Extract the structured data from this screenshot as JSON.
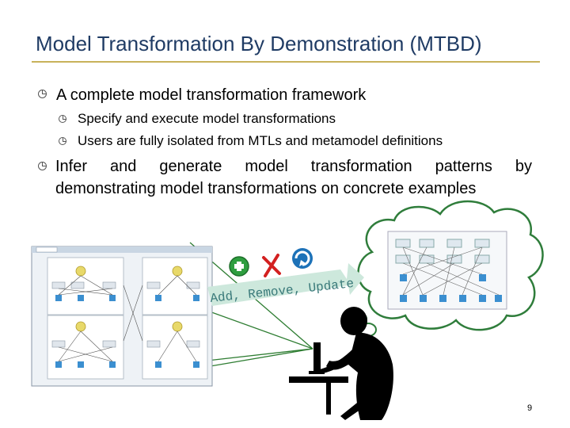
{
  "slide": {
    "title": "Model Transformation By Demonstration (MTBD)",
    "bullets": [
      {
        "text": "A complete model transformation framework",
        "sub": [
          "Specify and execute model transformations",
          "Users are fully isolated from MTLs and metamodel definitions"
        ]
      },
      {
        "line1": "Infer and generate model transformation patterns by",
        "line2": "demonstrating model transformations on concrete examples"
      }
    ],
    "illustration": {
      "operations_label": "Add, Remove, Update",
      "icons": [
        "add-icon",
        "remove-icon",
        "update-icon"
      ]
    },
    "page_number": "9"
  },
  "colors": {
    "title": "#1f3b64",
    "rule": "#c8b25a",
    "ops_text": "#3a7a7a",
    "ops_arrow": "#cde8dc",
    "lines": "#2e7d32"
  }
}
